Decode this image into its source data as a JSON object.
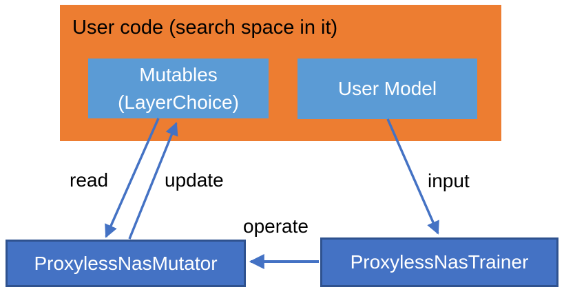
{
  "title": "User code (search space in it)",
  "colors": {
    "background": "#FFFFFF",
    "container_orange": "#ED7D31",
    "node_light_blue": "#5B9BD5",
    "node_dark_blue": "#4472C4",
    "node_dark_blue_border": "#2F528F",
    "arrow_blue": "#4472C4",
    "title_text": "#000000",
    "node_text": "#FFFFFF",
    "edge_label_text": "#000000"
  },
  "nodes": {
    "user_code": {
      "label": "User code (search space in it)"
    },
    "mutables": {
      "line1": "Mutables",
      "line2": "(LayerChoice)"
    },
    "user_model": {
      "label": "User Model"
    },
    "mutator": {
      "label": "ProxylessNasMutator"
    },
    "trainer": {
      "label": "ProxylessNasTrainer"
    }
  },
  "edges": {
    "read": {
      "label": "read",
      "from": "Mutables (LayerChoice)",
      "to": "ProxylessNasMutator"
    },
    "update": {
      "label": "update",
      "from": "ProxylessNasMutator",
      "to": "Mutables (LayerChoice)"
    },
    "input": {
      "label": "input",
      "from": "User Model",
      "to": "ProxylessNasTrainer"
    },
    "operate": {
      "label": "operate",
      "from": "ProxylessNasTrainer",
      "to": "ProxylessNasMutator"
    }
  }
}
